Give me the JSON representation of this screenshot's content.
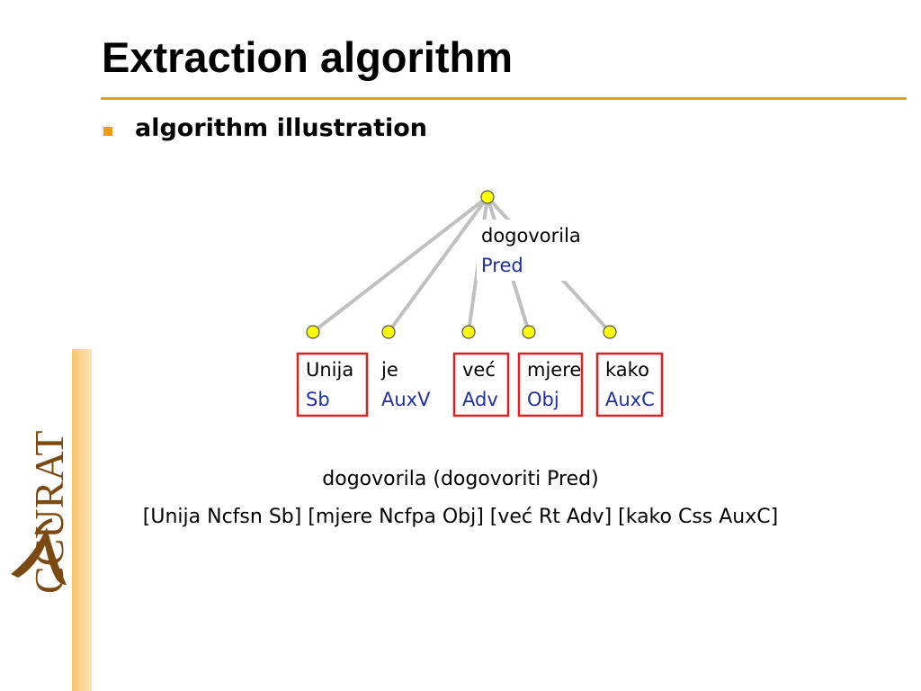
{
  "slide": {
    "title": "Extraction algorithm",
    "bullet": "algorithm illustration",
    "logo_text": "CCURAT"
  },
  "tree": {
    "root": {
      "word": "dogovorila",
      "label": "Pred"
    },
    "children": [
      {
        "word": "Unija",
        "label": "Sb",
        "highlighted": true
      },
      {
        "word": "je",
        "label": "AuxV",
        "highlighted": false
      },
      {
        "word": "već",
        "label": "Adv",
        "highlighted": true
      },
      {
        "word": "mjere",
        "label": "Obj",
        "highlighted": true
      },
      {
        "word": "kako",
        "label": "AuxC",
        "highlighted": true
      }
    ]
  },
  "output": {
    "line1": "dogovorila (dogovoriti Pred)",
    "line2": "[Unija Ncfsn Sb] [mjere Ncfpa Obj] [već Rt Adv] [kako Css AuxC]"
  },
  "colors": {
    "accent": "#f39c12",
    "node": "#ffff00",
    "edge": "#c0c0c0",
    "label": "#1f2f9e",
    "highlight_box": "#e02020"
  }
}
